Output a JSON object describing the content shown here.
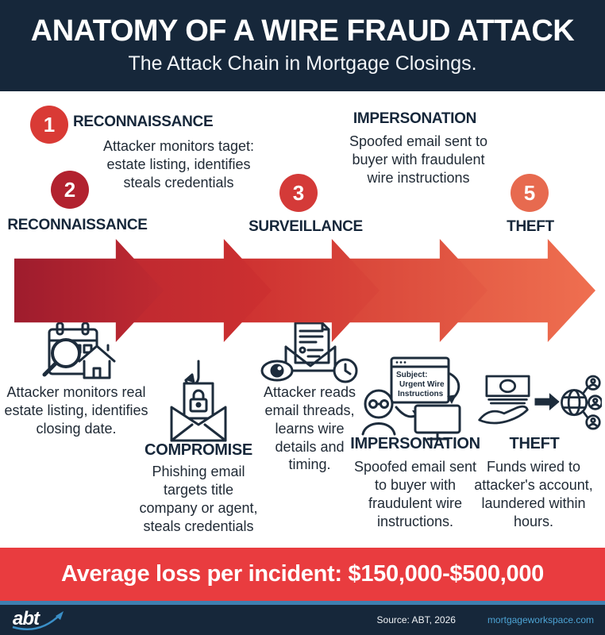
{
  "colors": {
    "navy": "#16273a",
    "banner_red": "#e93c3f",
    "circle1_red": "#d93a35",
    "circle2_red": "#b2222f",
    "circle3_red": "#d43a38",
    "circle5_red": "#e76a4f",
    "arrow_gradient_start": "#9e1c2d",
    "arrow_gradient_end": "#ef6f50",
    "divider_blue": "#3f7fb0",
    "link_blue": "#4da3d4"
  },
  "header": {
    "title": "ANATOMY OF A WIRE FRAUD ATTACK",
    "subtitle": "The Attack Chain in Mortgage Closings."
  },
  "top_callouts": {
    "step1": {
      "number": "1",
      "label": "RECONNAISSANCE",
      "description": "Attacker monitors taget: estate listing, identifies steals credentials"
    },
    "step4": {
      "label": "IMPERSONATION",
      "description": "Spoofed email sent to buyer with fraudulent wire instructions"
    }
  },
  "chain": {
    "circles": [
      {
        "number": "2",
        "label": "RECONNAISSANCE"
      },
      {
        "number": "3",
        "label": "SURVEILLANCE"
      },
      {
        "number": "5",
        "label": "THEFT"
      }
    ]
  },
  "columns": [
    {
      "icon": "calendar-search-house-icon",
      "heading": "",
      "description": "Attacker monitors real estate listing, identifies closing date."
    },
    {
      "icon": "phishing-email-icon",
      "heading": "COMPROMISE",
      "description": "Phishing email targets title company or agent, steals credentials"
    },
    {
      "icon": "email-eye-clock-icon",
      "heading": "",
      "description": "Attacker reads email threads, learns wire details and timing."
    },
    {
      "icon": "impersonation-icon",
      "heading": "IMPERSONATION",
      "description": "Spoofed email sent to buyer with fraudulent wire instructions."
    },
    {
      "icon": "theft-icon",
      "heading": "THEFT",
      "description": "Funds wired to attacker's account, laundered within hours."
    }
  ],
  "impersonation_email": {
    "line1": "Subject:",
    "line2": "Urgent Wire",
    "line3": "Instructions"
  },
  "banner": {
    "text": "Average loss per incident: $150,000-$500,000"
  },
  "footer": {
    "logo": "abt",
    "source": "Source: ABT, 2026",
    "website": "mortgageworkspace.com"
  }
}
